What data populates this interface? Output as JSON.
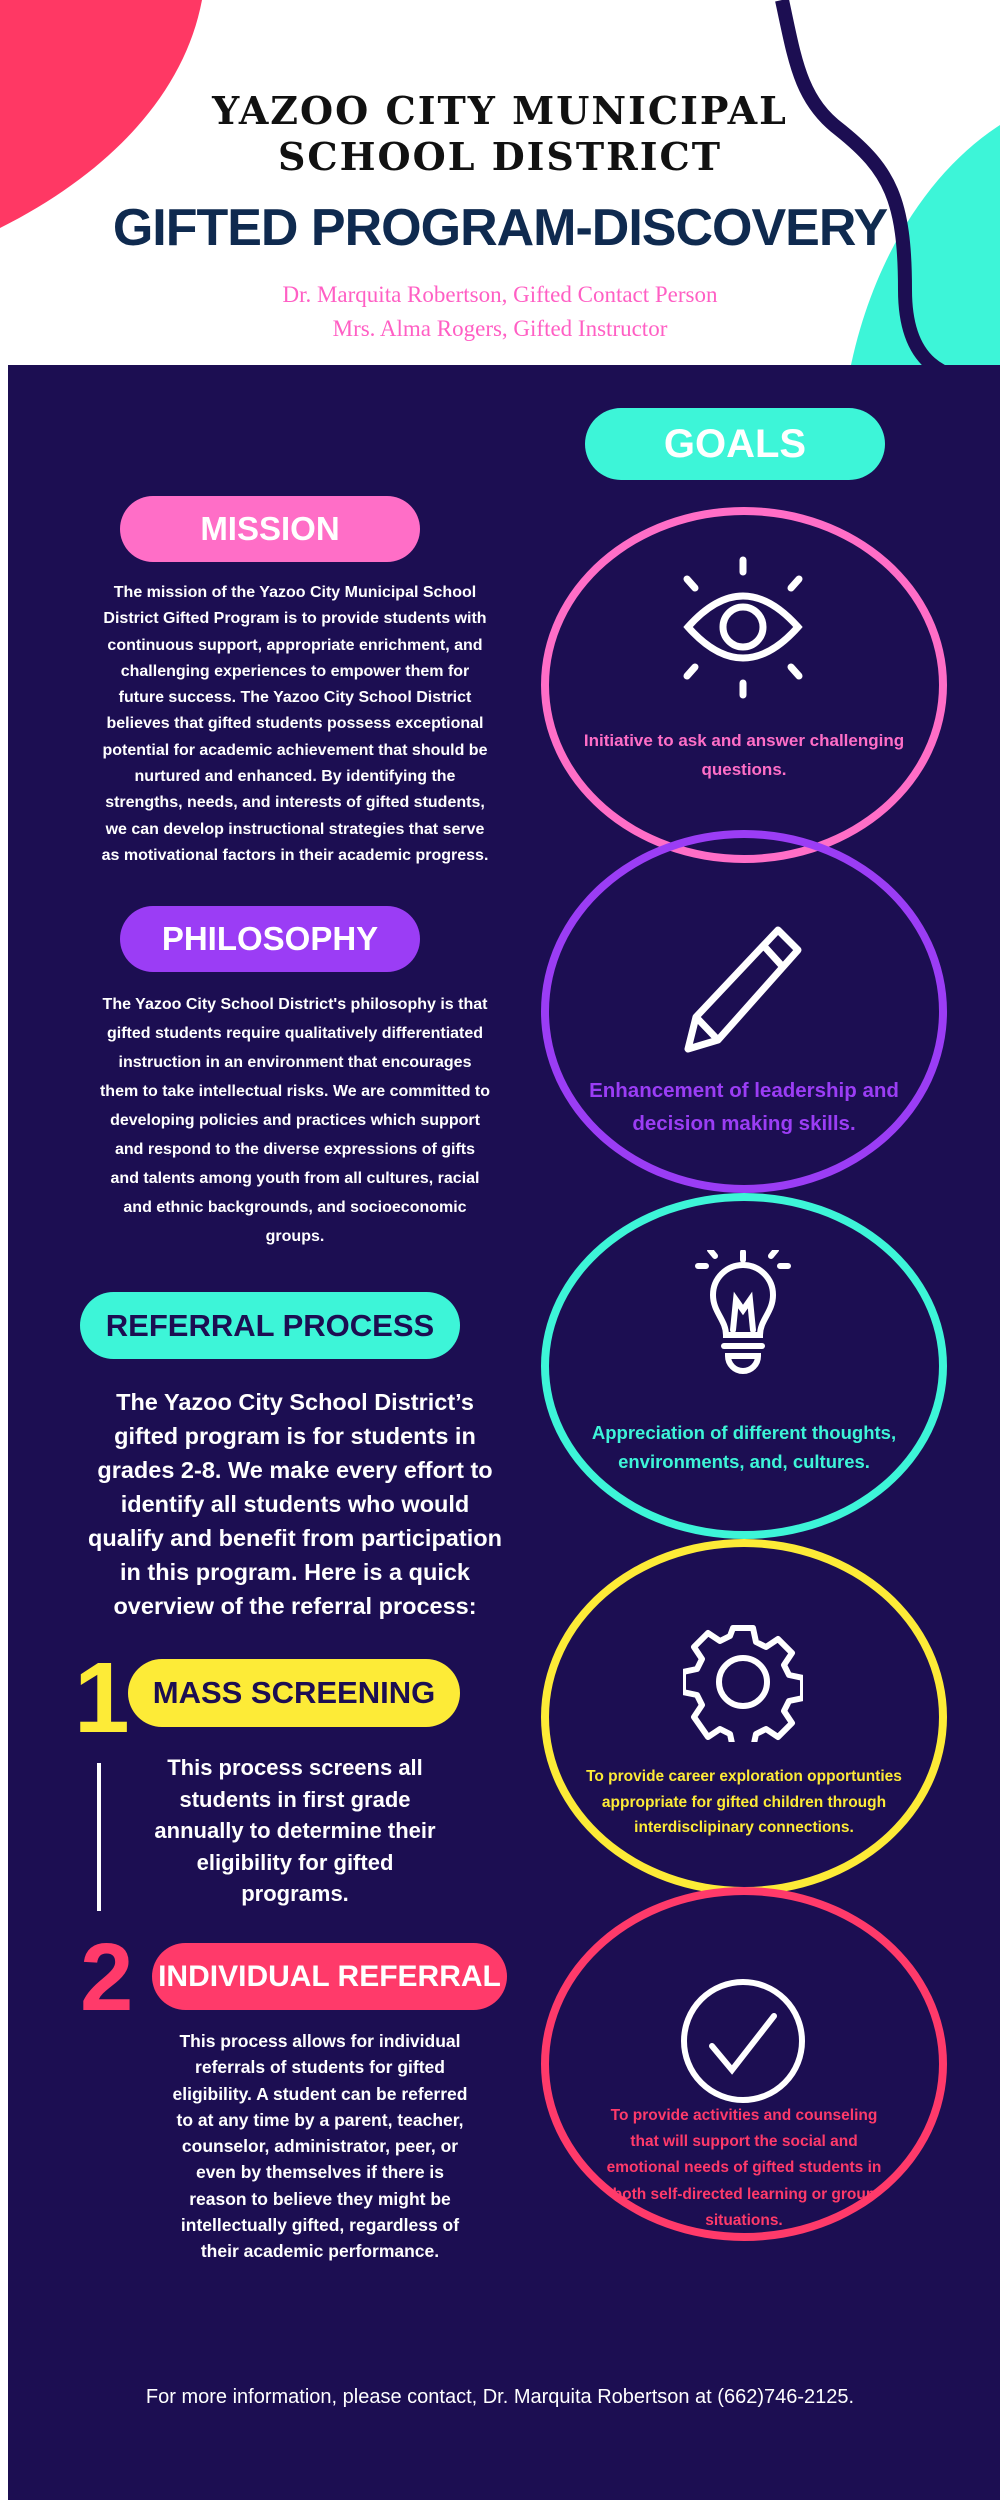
{
  "header": {
    "title_line1": "YAZOO CITY MUNICIPAL",
    "title_line2": "SCHOOL DISTRICT",
    "program": "GIFTED PROGRAM-DISCOVERY",
    "contact1": "Dr. Marquita Robertson, Gifted Contact Person",
    "contact2": "Mrs. Alma Rogers, Gifted Instructor"
  },
  "colors": {
    "navy": "#1c0e52",
    "pink": "#ff6ec7",
    "purple": "#9b3df5",
    "teal": "#3df5d8",
    "yellow": "#fdeb37",
    "red": "#ff3a6a"
  },
  "mission": {
    "label": "MISSION",
    "lines": [
      "The mission of the Yazoo City Municipal School",
      "District Gifted Program is to provide students with",
      "continuous support, appropriate enrichment, and",
      "challenging experiences to empower them for",
      "future success. The Yazoo City School District",
      "believes that gifted students possess exceptional",
      "potential for academic achievement that should be",
      "nurtured and enhanced. By identifying the",
      "strengths, needs, and interests of gifted students,",
      "we can develop instructional strategies that serve",
      "as motivational factors in their academic progress."
    ]
  },
  "philosophy": {
    "label": "PHILOSOPHY",
    "lines": [
      "The Yazoo City School District's philosophy is that",
      "gifted students require qualitatively differentiated",
      "instruction in an environment that encourages",
      "them to take intellectual risks. We are committed to",
      "developing policies and practices which support",
      "and respond to the diverse expressions of gifts",
      "and talents among youth from all cultures, racial",
      "and ethnic backgrounds, and socioeconomic",
      "groups."
    ]
  },
  "referral": {
    "label": "REFERRAL PROCESS",
    "lines": [
      "The Yazoo City School District’s",
      "gifted program is for students in",
      "grades 2-8. We make every effort to",
      "identify all students who would",
      "qualify and benefit from participation",
      "in this program. Here is a quick",
      "overview of the referral process:"
    ]
  },
  "steps": [
    {
      "number": "1",
      "label": "MASS SCREENING",
      "lines": [
        "This process screens all",
        "students in first grade",
        "annually to determine their",
        "eligibility for gifted",
        "programs."
      ]
    },
    {
      "number": "2",
      "label": "INDIVIDUAL REFERRAL",
      "lines": [
        "This process allows for individual",
        "referrals of students for gifted",
        "eligibility. A student can be referred",
        "to at any time by a parent, teacher,",
        "counselor, administrator, peer, or",
        "even by themselves if there is",
        "reason to believe they might be",
        "intellectually gifted, regardless of",
        "their academic performance."
      ]
    }
  ],
  "goals": {
    "label": "GOALS",
    "items": [
      {
        "icon": "eye-icon",
        "lines": [
          "Initiative to ask and answer challenging",
          "questions."
        ]
      },
      {
        "icon": "pencil-icon",
        "lines": [
          "Enhancement of leadership and",
          "decision making skills."
        ]
      },
      {
        "icon": "lightbulb-icon",
        "lines": [
          "Appreciation of different thoughts,",
          "environments, and, cultures."
        ]
      },
      {
        "icon": "gear-icon",
        "lines": [
          "To provide career exploration opportunties",
          "appropriate for gifted children through",
          "interdisclipinary connections."
        ]
      },
      {
        "icon": "check-circle-icon",
        "lines": [
          "To provide activities and counseling",
          "that will support the social and",
          "emotional needs of gifted students in",
          "both self-directed learning or group",
          "situations."
        ]
      }
    ]
  },
  "footer": "For more information, please contact, Dr. Marquita Robertson at (662)746-2125."
}
